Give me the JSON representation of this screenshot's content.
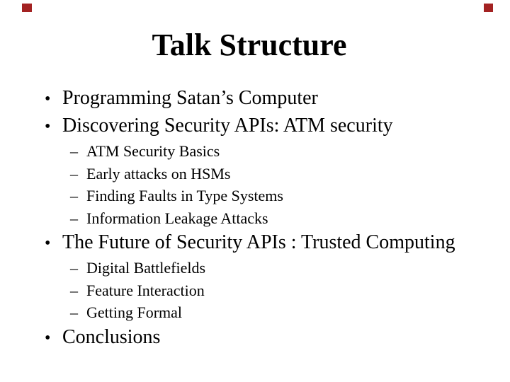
{
  "slide": {
    "title": "Talk Structure",
    "bullet_char": "•",
    "sub_bullet_char": "–",
    "items": [
      {
        "level": 1,
        "text": "Programming Satan’s Computer"
      },
      {
        "level": 1,
        "text": "Discovering Security APIs: ATM security"
      },
      {
        "level": 2,
        "text": "ATM Security Basics"
      },
      {
        "level": 2,
        "text": "Early attacks on HSMs"
      },
      {
        "level": 2,
        "text": "Finding Faults in Type Systems"
      },
      {
        "level": 2,
        "text": "Information Leakage Attacks"
      },
      {
        "level": 1,
        "text": "The Future of Security APIs : Trusted Computing"
      },
      {
        "level": 2,
        "text": "Digital Battlefields"
      },
      {
        "level": 2,
        "text": "Feature Interaction"
      },
      {
        "level": 2,
        "text": "Getting Formal"
      },
      {
        "level": 1,
        "text": "Conclusions"
      }
    ],
    "decor": {
      "corner_marker_color": "#a32222"
    }
  }
}
